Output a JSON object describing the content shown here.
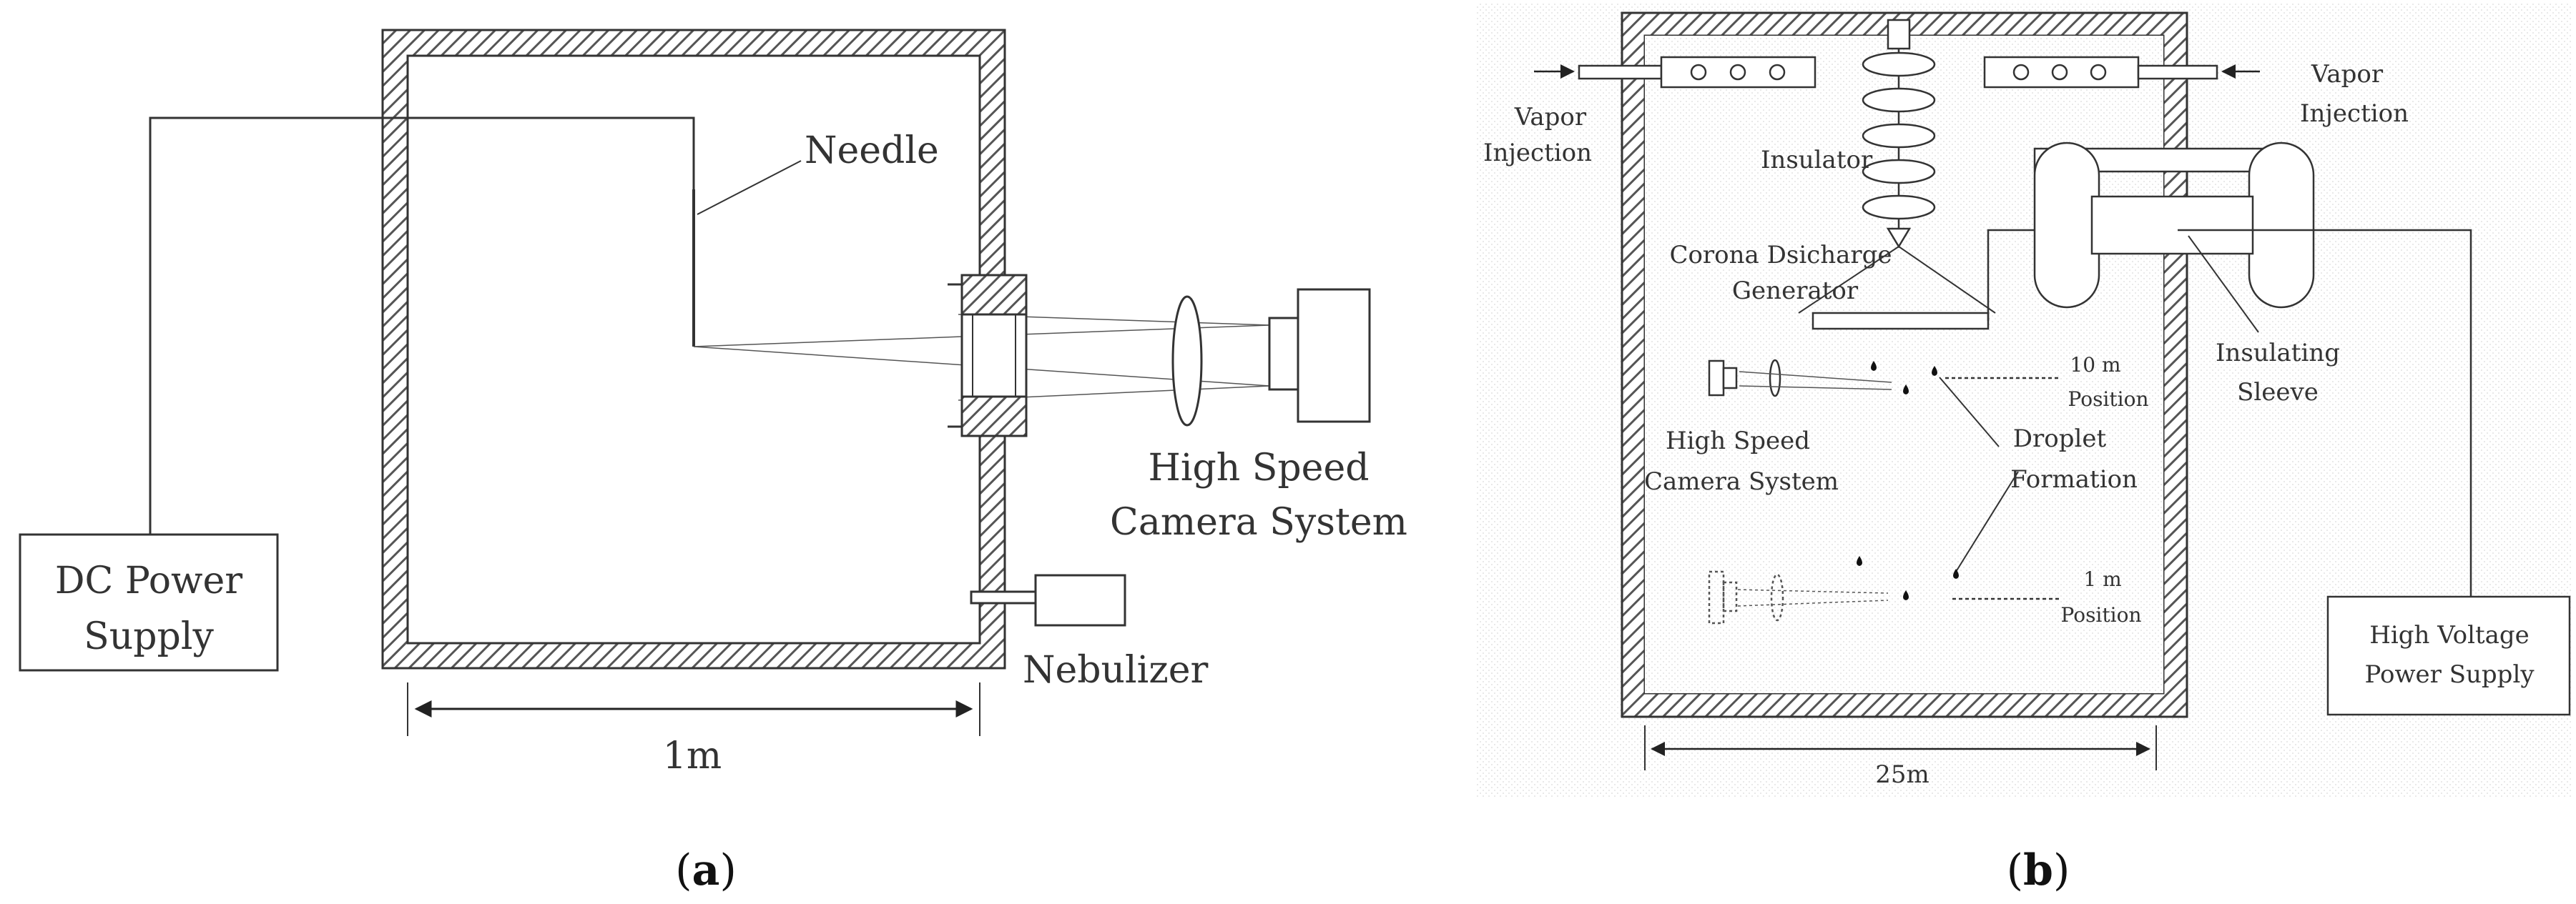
{
  "panel_a": {
    "caption": "a",
    "labels": {
      "needle": "Needle",
      "camera_line1": "High Speed",
      "camera_line2": "Camera System",
      "power_line1": "DC Power",
      "power_line2": "Supply",
      "nebulizer": "Nebulizer",
      "dimension": "1m"
    }
  },
  "panel_b": {
    "caption": "b",
    "labels": {
      "vapor_left_line1": "Vapor",
      "vapor_left_line2": "Injection",
      "vapor_right_line1": "Vapor",
      "vapor_right_line2": "Injection",
      "insulator": "Insulator",
      "corona_line1": "Corona Dsicharge",
      "corona_line2": "Generator",
      "insulating_line1": "Insulating",
      "insulating_line2": "Sleeve",
      "pos10_line1": "10 m",
      "pos10_line2": "Position",
      "camera_line1": "High Speed",
      "camera_line2": "Camera System",
      "droplet_line1": "Droplet",
      "droplet_line2": "Formation",
      "pos1_line1": "1 m",
      "pos1_line2": "Position",
      "hv_line1": "High Voltage",
      "hv_line2": "Power Supply",
      "dimension": "25m"
    }
  },
  "colors": {
    "stroke": "#333333",
    "hatch": "#555555",
    "dotted_bg": "#dcdcdc"
  }
}
